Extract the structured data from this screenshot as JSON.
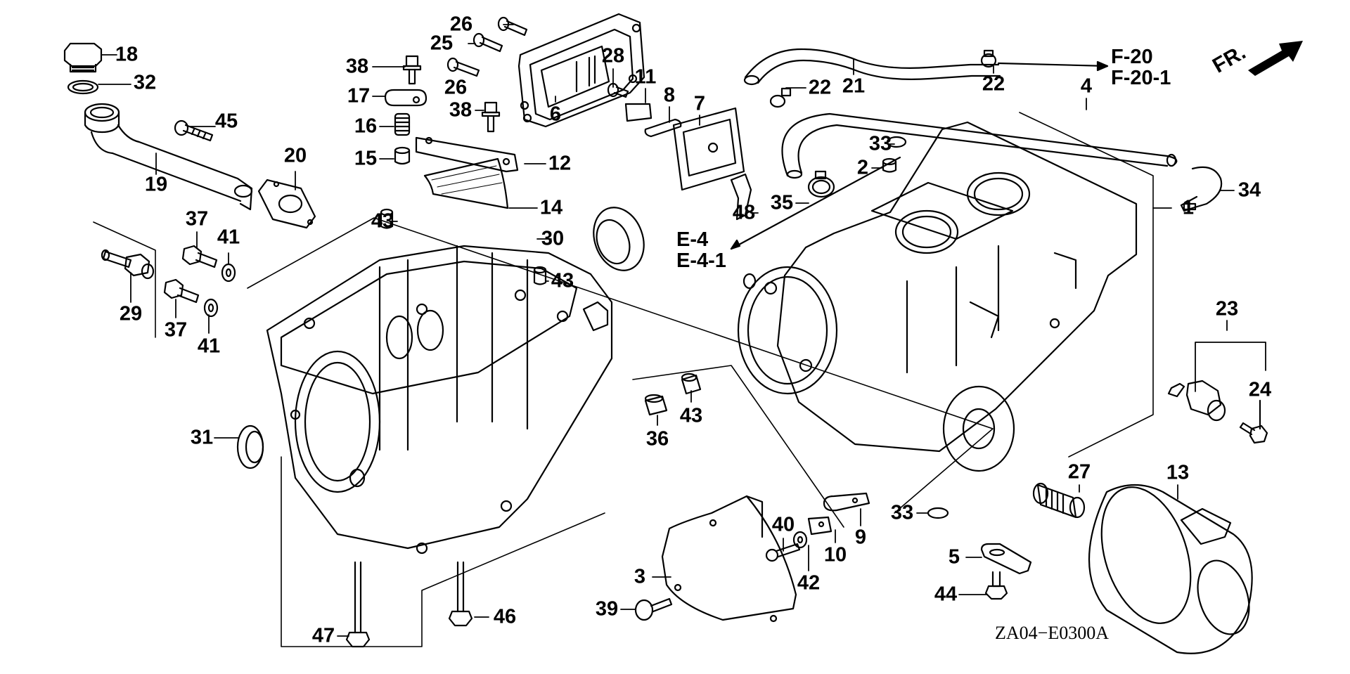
{
  "diagram": {
    "title": "Cylinder block / crankcase exploded parts diagram",
    "diagram_code": "ZA04−E0300A",
    "front_indicator": "FR.",
    "cross_references": [
      {
        "id": "ref-f20",
        "lines": [
          "F-20",
          "F-20-1"
        ]
      },
      {
        "id": "ref-e4",
        "lines": [
          "E-4",
          "E-4-1"
        ]
      }
    ],
    "part_labels": [
      {
        "key": "p18",
        "text": "18"
      },
      {
        "key": "p32",
        "text": "32"
      },
      {
        "key": "p45",
        "text": "45"
      },
      {
        "key": "p20",
        "text": "20"
      },
      {
        "key": "p19",
        "text": "19"
      },
      {
        "key": "p37a",
        "text": "37"
      },
      {
        "key": "p41a",
        "text": "41"
      },
      {
        "key": "p29",
        "text": "29"
      },
      {
        "key": "p37b",
        "text": "37"
      },
      {
        "key": "p41b",
        "text": "41"
      },
      {
        "key": "p26a",
        "text": "26"
      },
      {
        "key": "p25",
        "text": "25"
      },
      {
        "key": "p38a",
        "text": "38"
      },
      {
        "key": "p26b",
        "text": "26"
      },
      {
        "key": "p17",
        "text": "17"
      },
      {
        "key": "p16",
        "text": "16"
      },
      {
        "key": "p15",
        "text": "15"
      },
      {
        "key": "p6",
        "text": "6"
      },
      {
        "key": "p38b",
        "text": "38"
      },
      {
        "key": "p28",
        "text": "28"
      },
      {
        "key": "p11",
        "text": "11"
      },
      {
        "key": "p8",
        "text": "8"
      },
      {
        "key": "p7",
        "text": "7"
      },
      {
        "key": "p12",
        "text": "12"
      },
      {
        "key": "p14",
        "text": "14"
      },
      {
        "key": "p43a",
        "text": "43"
      },
      {
        "key": "p30",
        "text": "30"
      },
      {
        "key": "p43b",
        "text": "43"
      },
      {
        "key": "p21",
        "text": "21"
      },
      {
        "key": "p22a",
        "text": "22"
      },
      {
        "key": "p22b",
        "text": "22"
      },
      {
        "key": "p4",
        "text": "4"
      },
      {
        "key": "p33a",
        "text": "33"
      },
      {
        "key": "p2",
        "text": "2"
      },
      {
        "key": "p35",
        "text": "35"
      },
      {
        "key": "p48",
        "text": "48"
      },
      {
        "key": "p34",
        "text": "34"
      },
      {
        "key": "p1",
        "text": "1"
      },
      {
        "key": "p23",
        "text": "23"
      },
      {
        "key": "p24",
        "text": "24"
      },
      {
        "key": "p31",
        "text": "31"
      },
      {
        "key": "p36",
        "text": "36"
      },
      {
        "key": "p43c",
        "text": "43"
      },
      {
        "key": "p3",
        "text": "3"
      },
      {
        "key": "p39",
        "text": "39"
      },
      {
        "key": "p40",
        "text": "40"
      },
      {
        "key": "p42",
        "text": "42"
      },
      {
        "key": "p10",
        "text": "10"
      },
      {
        "key": "p9",
        "text": "9"
      },
      {
        "key": "p33b",
        "text": "33"
      },
      {
        "key": "p27",
        "text": "27"
      },
      {
        "key": "p13",
        "text": "13"
      },
      {
        "key": "p5",
        "text": "5"
      },
      {
        "key": "p44",
        "text": "44"
      },
      {
        "key": "p47",
        "text": "47"
      },
      {
        "key": "p46",
        "text": "46"
      }
    ]
  }
}
